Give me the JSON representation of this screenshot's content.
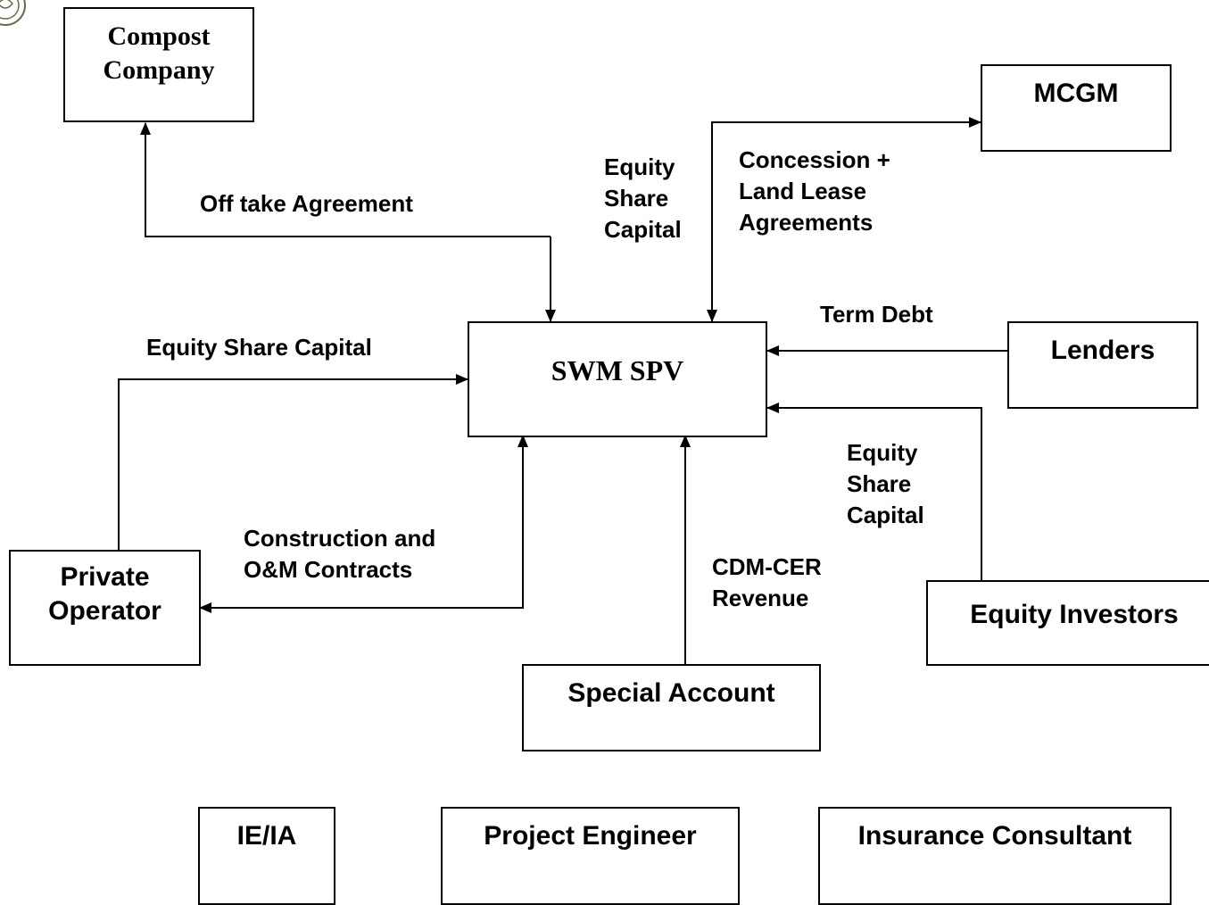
{
  "nodes": {
    "compost": "Compost\nCompany",
    "mcgm": "MCGM",
    "spv": "SWM SPV",
    "lenders": "Lenders",
    "private_operator": "Private\nOperator",
    "equity_investors": "Equity Investors",
    "special_account": "Special Account",
    "ie_ia": "IE/IA",
    "project_engineer": "Project Engineer",
    "insurance_consultant": "Insurance Consultant"
  },
  "edges": {
    "off_take": "Off take Agreement",
    "equity_mcgm": "Equity\nShare\nCapital",
    "concession": "Concession +\nLand Lease\nAgreements",
    "term_debt": "Term Debt",
    "equity_operator": "Equity Share Capital",
    "equity_investors": "Equity\nShare\nCapital",
    "construction": "Construction and\nO&M Contracts",
    "cdm": "CDM-CER\nRevenue"
  },
  "logo": {
    "icon": "emblem-seal-icon"
  }
}
